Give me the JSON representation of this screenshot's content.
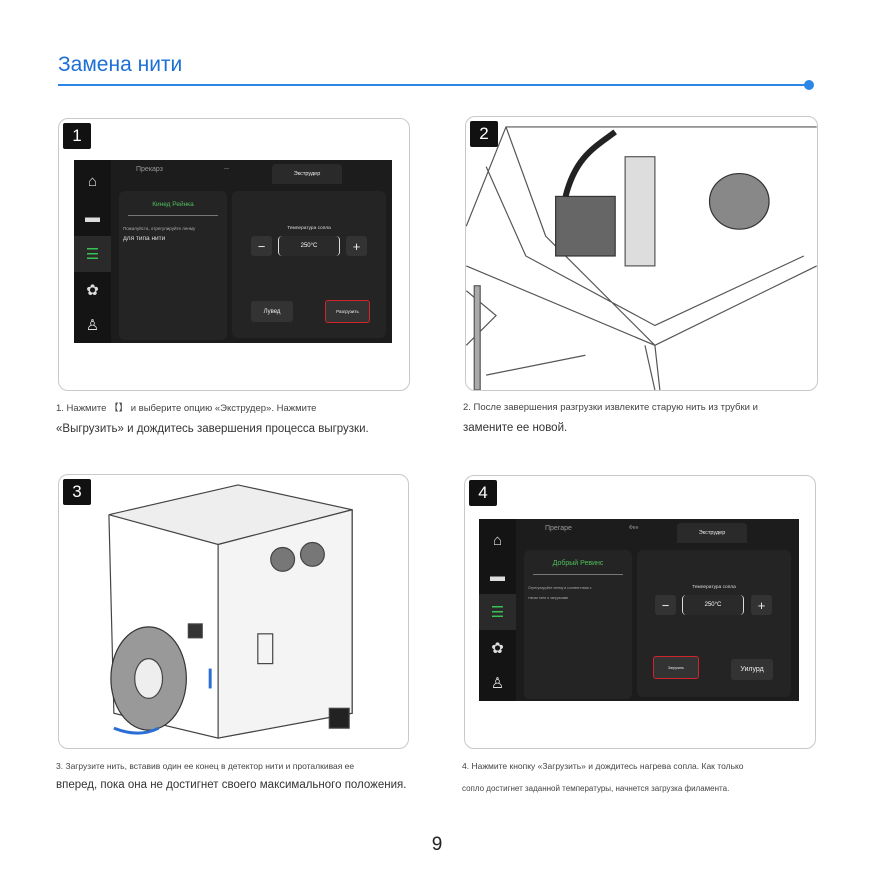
{
  "page": {
    "title": "Замена нити",
    "page_number": "9",
    "accent_color": "#2b86e6"
  },
  "steps": [
    {
      "number": "1",
      "caption_line1": "1. Нажмите 【】 и выберите опцию «Экструдер». Нажмите",
      "caption_line2": "«Выгрузить» и дождитесь завершения процесса выгрузки.",
      "screen": {
        "tabs": [
          "Прекарз",
          "—",
          "Экструдер"
        ],
        "panel_title": "Кинед Рейнка",
        "hint_line1": "Пожалуйста, отрегулируйте ленму",
        "hint_line2": "для типа нити",
        "temp_label": "Температура сопла",
        "temp_value": "250°C",
        "minus": "−",
        "plus": "+",
        "button_left": "Лувед",
        "button_right": "Разгрузить"
      }
    },
    {
      "number": "2",
      "caption_line1": "2. После завершения разгрузки извлеките старую нить из трубки и",
      "caption_line2": "замените ее новой."
    },
    {
      "number": "3",
      "caption_line1": "3. Загрузите нить, вставив один ее конец в детектор нити и проталкивая ее",
      "caption_line2": "вперед, пока она не достигнет своего максимального положения."
    },
    {
      "number": "4",
      "caption_line1": "4. Нажмите кнопку «Загрузить» и дождитесь нагрева сопла. Как только",
      "caption_line2": "сопло достигнет заданной температуры, начнется загрузка филамента.",
      "screen": {
        "tabs": [
          "Прегаре",
          "Фен",
          "Экструдер"
        ],
        "panel_title": "Добрый Ревинс",
        "hint_line1": "Отрегулируйте ленму в соответствии с",
        "hint_line2": "типом нити и загрузками",
        "temp_label": "Температура сопла",
        "temp_value": "250°C",
        "minus": "−",
        "plus": "+",
        "button_left": "Загрузить",
        "button_right": "Уилурд"
      }
    }
  ],
  "sidebar_icons": [
    "home-icon",
    "folder-icon",
    "sliders-icon",
    "gear-icon",
    "nozzle-icon"
  ]
}
